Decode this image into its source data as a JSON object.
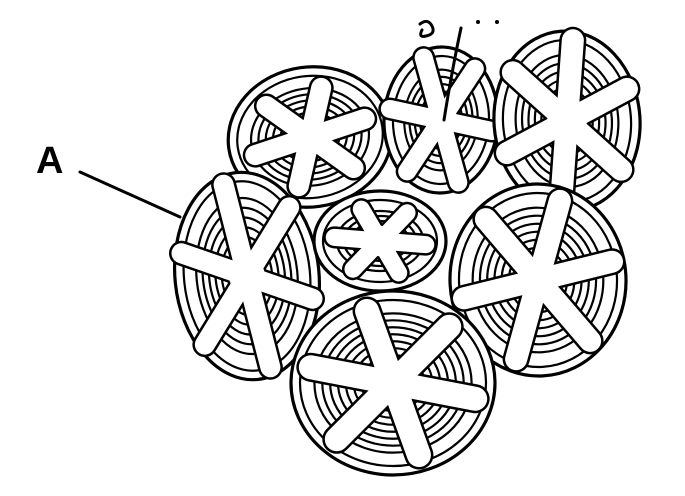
{
  "labels": {
    "a": "A"
  },
  "colors": {
    "ink": "#000000",
    "paper": "#ffffff"
  },
  "figure": {
    "description_kind": "line-drawing",
    "cells": [
      "top-left",
      "top-center",
      "top-right",
      "middle-left",
      "middle-center",
      "middle-right",
      "bottom-center"
    ],
    "arms_per_star": 6
  }
}
